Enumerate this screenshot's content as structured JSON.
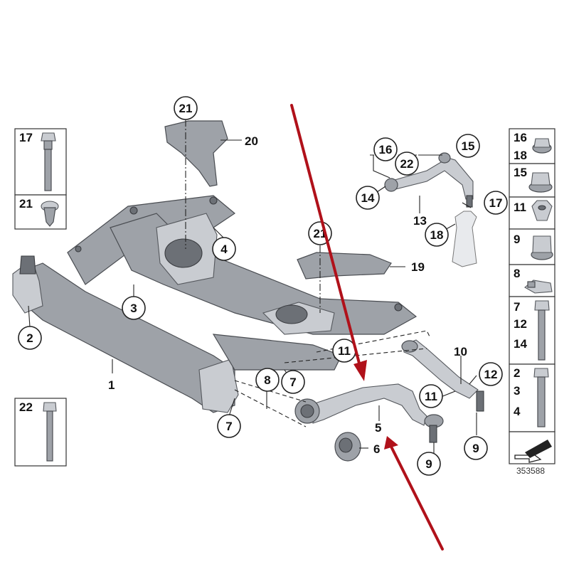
{
  "diagram": {
    "reference_number": "353588",
    "arrow_color": "#b0111a",
    "callouts": [
      "21",
      "20",
      "4",
      "3",
      "2",
      "1",
      "21",
      "19",
      "16",
      "15",
      "22",
      "14",
      "13",
      "17",
      "18",
      "10",
      "11",
      "12",
      "11",
      "8",
      "7",
      "7",
      "5",
      "6",
      "9",
      "9"
    ],
    "side_panels": [
      {
        "labels": [
          "17"
        ],
        "part": "collar-bolt"
      },
      {
        "labels": [
          "21"
        ],
        "part": "push-rivet"
      },
      {
        "labels": [
          "22"
        ],
        "part": "long-bolt"
      },
      {
        "labels": [
          "16",
          "18"
        ],
        "part": "flange-nut"
      },
      {
        "labels": [
          "15"
        ],
        "part": "hex-nut-washer"
      },
      {
        "labels": [
          "11"
        ],
        "part": "hex-nut"
      },
      {
        "labels": [
          "9"
        ],
        "part": "collar-nut"
      },
      {
        "labels": [
          "8"
        ],
        "part": "clip-nut"
      },
      {
        "labels": [
          "7",
          "12",
          "14"
        ],
        "part": "hex-bolt"
      },
      {
        "labels": [
          "2",
          "3",
          "4"
        ],
        "part": "hex-bolt-long"
      }
    ]
  }
}
